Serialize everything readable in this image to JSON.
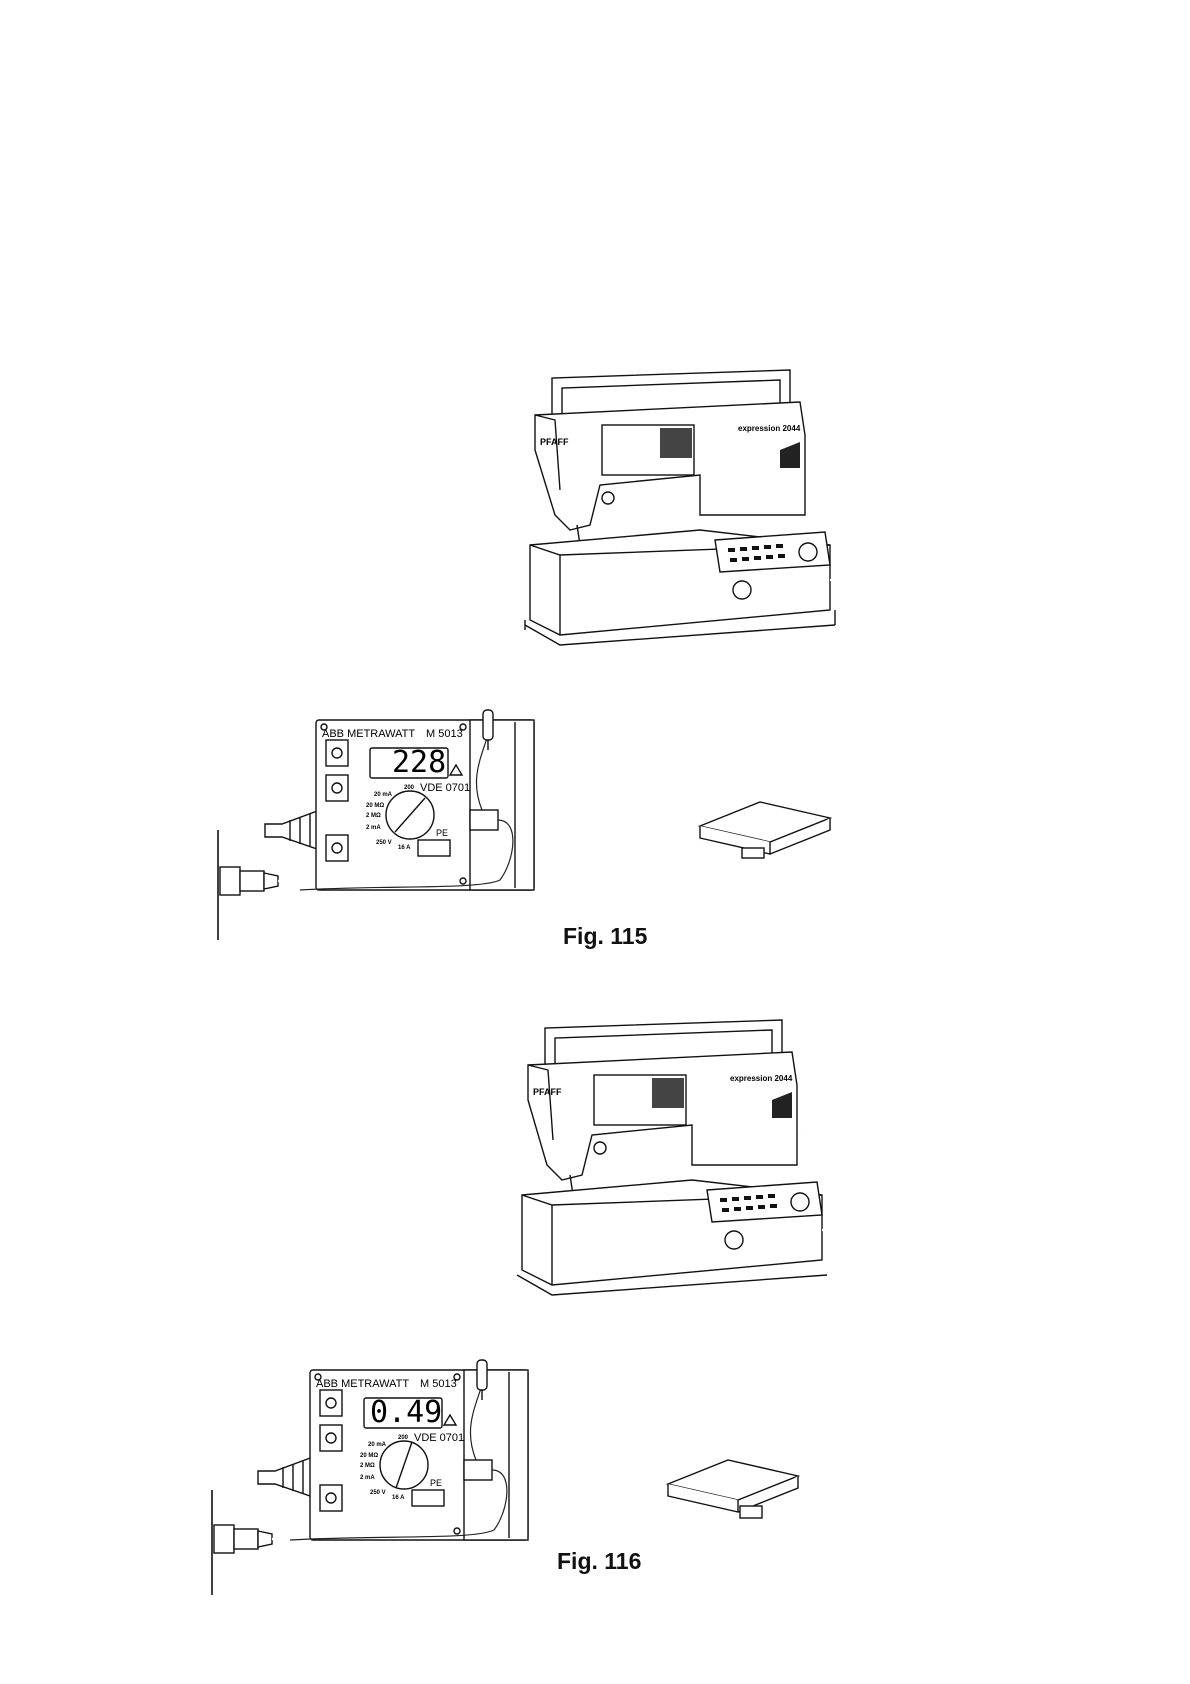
{
  "figures": [
    {
      "caption": "Fig. 115",
      "meter": {
        "brand": "ABB METRAWATT",
        "model": "M 5013",
        "display_value": "228",
        "standard": "VDE 0701",
        "pe_label": "PE",
        "dial_labels": [
          "20 mA",
          "200",
          "20 MΩ",
          "2 MΩ",
          "2 mA",
          "250 V",
          "16 A"
        ]
      },
      "machine": {
        "brand": "PFAFF",
        "model": "expression 2044"
      }
    },
    {
      "caption": "Fig. 116",
      "meter": {
        "brand": "ABB METRAWATT",
        "model": "M 5013",
        "display_value": "0.49",
        "standard": "VDE 0701",
        "pe_label": "PE",
        "dial_labels": [
          "20 mA",
          "200",
          "20 MΩ",
          "2 MΩ",
          "2 mA",
          "250 V",
          "16 A"
        ]
      },
      "machine": {
        "brand": "PFAFF",
        "model": "expression 2044"
      }
    }
  ]
}
